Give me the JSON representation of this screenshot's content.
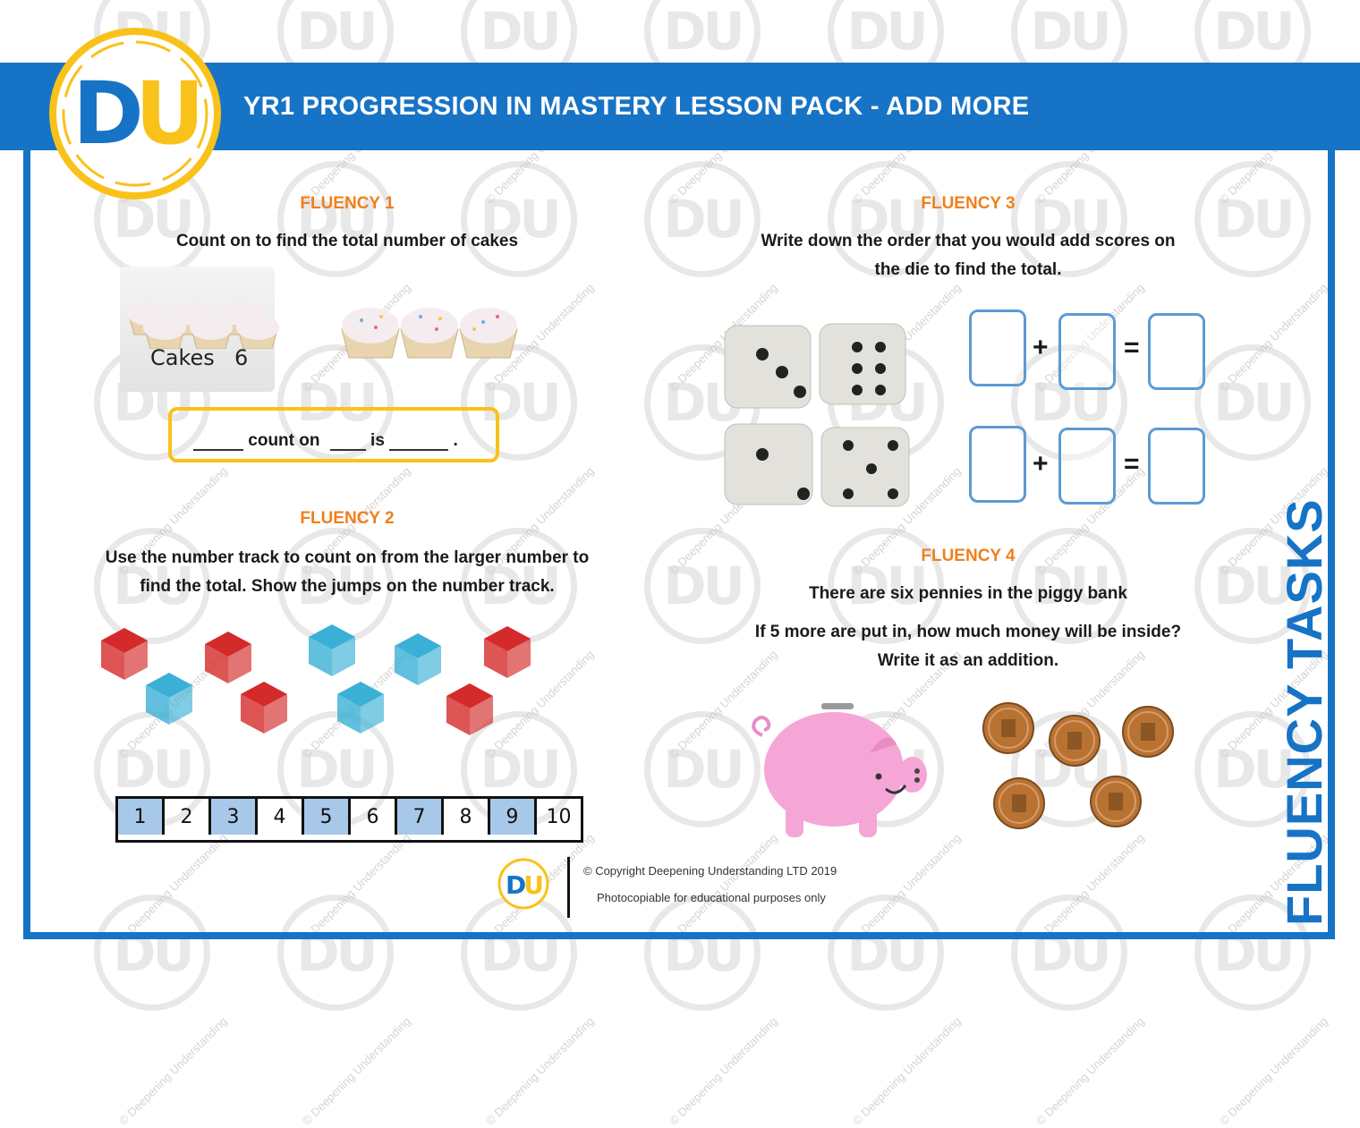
{
  "header": {
    "logo_text": "DU",
    "title": "YR1 PROGRESSION IN MASTERY LESSON PACK - ADD MORE"
  },
  "watermark": {
    "logo_text": "DU",
    "text": "© Deepening Understanding"
  },
  "fluency1": {
    "title": "FLUENCY 1",
    "instruction": "Count on to find the total number of cakes",
    "box_label": "Cakes",
    "box_number": "6",
    "sentence": {
      "part1": "count on",
      "part2": "is",
      "end": "."
    }
  },
  "fluency2": {
    "title": "FLUENCY 2",
    "instruction_line1": "Use the number track to count on from the larger number to",
    "instruction_line2": "find the total.  Show the jumps on the number track.",
    "track": [
      "1",
      "2",
      "3",
      "4",
      "5",
      "6",
      "7",
      "8",
      "9",
      "10"
    ],
    "shaded": [
      true,
      false,
      true,
      false,
      true,
      false,
      true,
      false,
      true,
      false
    ]
  },
  "fluency3": {
    "title": "FLUENCY 3",
    "instruction_line1": "Write down the order that you would add scores on",
    "instruction_line2": "the die to find the total.",
    "plus": "+",
    "equals": "="
  },
  "fluency4": {
    "title": "FLUENCY 4",
    "line1": "There are six pennies in the piggy bank",
    "line2": "If 5 more are put in, how much money will be inside?",
    "line3": "Write it as an addition."
  },
  "footer": {
    "logo_text": "DU",
    "copyright": "© Copyright Deepening Understanding LTD 2019",
    "photocopiable": "Photocopiable for educational purposes only"
  },
  "side_label": "FLUENCY TASKS",
  "colors": {
    "brand_blue": "#1773c6",
    "accent_orange": "#f07f1d",
    "logo_yellow": "#f9c21a",
    "track_shade": "#a8c8ea"
  }
}
